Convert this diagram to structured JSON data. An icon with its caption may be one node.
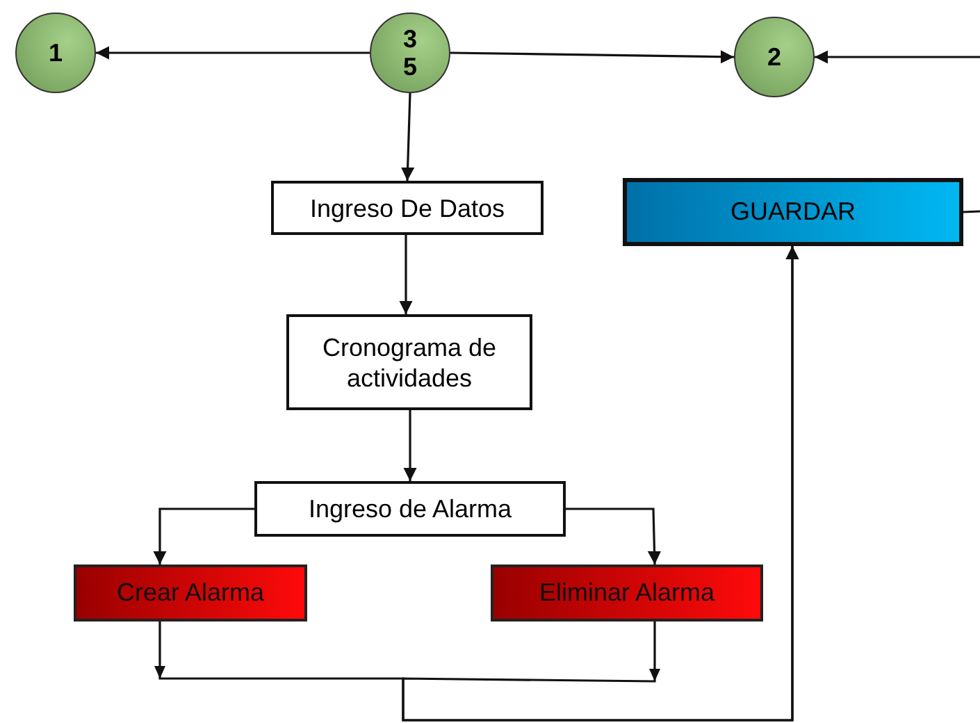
{
  "diagram": {
    "nodes": [
      {
        "text": [
          "1"
        ]
      },
      {
        "text": [
          "3",
          "5"
        ]
      },
      {
        "text": [
          "2"
        ]
      },
      {
        "text": [
          "Ingreso De Datos"
        ]
      },
      {
        "text": [
          "GUARDAR"
        ]
      },
      {
        "text": [
          "Cronograma de actividades"
        ]
      },
      {
        "text": [
          "Ingreso de Alarma"
        ]
      },
      {
        "text": [
          "Crear Alarma"
        ]
      },
      {
        "text": [
          "Eliminar Alarma"
        ]
      }
    ],
    "edges": [
      {
        "from": 1,
        "to": 0,
        "arrow": "to"
      },
      {
        "from": 1,
        "to": 2,
        "arrow": "to"
      },
      {
        "from": null,
        "to": 2,
        "arrow": "to"
      },
      {
        "from": 4,
        "to": null,
        "arrow": "none"
      },
      {
        "from": 1,
        "to": 3,
        "arrow": "to"
      },
      {
        "from": 3,
        "to": 5,
        "arrow": "to"
      },
      {
        "from": 5,
        "to": 6,
        "arrow": "to"
      },
      {
        "from": 6,
        "to": 7,
        "arrow": "to"
      },
      {
        "from": 6,
        "to": 8,
        "arrow": "to"
      },
      {
        "from": 7,
        "to": 4,
        "arrow": "to"
      },
      {
        "from": 8,
        "to": 4,
        "arrow": "to"
      }
    ]
  }
}
